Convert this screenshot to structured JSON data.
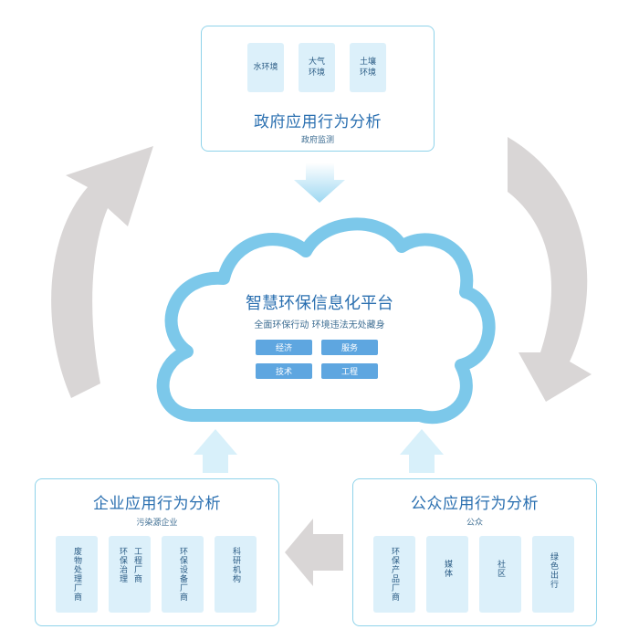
{
  "top": {
    "title": "政府应用行为分析",
    "subtitle": "政府监测",
    "tiles": [
      "水环境",
      "大气\n环境",
      "土壤\n环境"
    ]
  },
  "center": {
    "title": "智慧环保信息化平台",
    "subtitle": "全面环保行动 环境违法无处藏身",
    "pills": [
      "经济",
      "服务",
      "技术",
      "工程"
    ]
  },
  "left": {
    "title": "企业应用行为分析",
    "subtitle": "污染源企业",
    "tiles": [
      {
        "cols": [
          "废物处理厂商"
        ]
      },
      {
        "cols": [
          "环保治理",
          "工程厂商"
        ]
      },
      {
        "cols": [
          "环保设备厂商"
        ]
      },
      {
        "cols": [
          "科研机构"
        ]
      }
    ]
  },
  "right": {
    "title": "公众应用行为分析",
    "subtitle": "公众",
    "tiles": [
      {
        "cols": [
          "环保产品厂商"
        ]
      },
      {
        "cols": [
          "媒体"
        ]
      },
      {
        "cols": [
          "社区"
        ]
      },
      {
        "cols": [
          "绿色出行"
        ]
      }
    ]
  },
  "colors": {
    "panel_border": "#8fd3ea",
    "tile_bg": "#dcf0fa",
    "title_text": "#2a6fb0",
    "cloud_stroke": "#7cc8ea",
    "pill_bg": "#5ea6e0",
    "arrow_grey": "#d9d6d6"
  }
}
